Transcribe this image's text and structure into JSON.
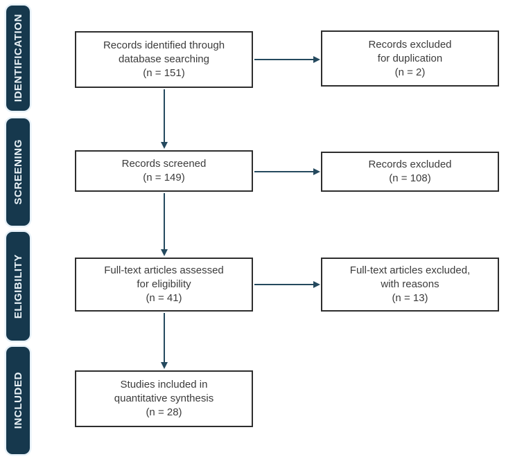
{
  "stages": [
    {
      "label": "IDENTIFICATION"
    },
    {
      "label": "SCREENING"
    },
    {
      "label": "ELIGIBILITY"
    },
    {
      "label": "INCLUDED"
    }
  ],
  "main_boxes": [
    {
      "lines": [
        "Records identified through",
        "database searching",
        "(n = 151)"
      ]
    },
    {
      "lines": [
        "Records screened",
        "(n = 149)"
      ]
    },
    {
      "lines": [
        "Full-text articles assessed",
        "for eligibility",
        "(n = 41)"
      ]
    },
    {
      "lines": [
        "Studies included in",
        "quantitative synthesis",
        "(n = 28)"
      ]
    }
  ],
  "side_boxes": [
    {
      "lines": [
        "Records excluded",
        "for duplication",
        "(n = 2)"
      ]
    },
    {
      "lines": [
        "Records excluded",
        "(n = 108)"
      ]
    },
    {
      "lines": [
        "Full-text articles excluded,",
        "with reasons",
        "(n = 13)"
      ]
    }
  ],
  "colors": {
    "stage_bg": "#16384d",
    "stage_text": "#eaf3f8",
    "stage_halo": "#e7f1f8",
    "arrow": "#24495e",
    "box_border": "#2d2d2d",
    "box_text": "#3b3b3b"
  }
}
